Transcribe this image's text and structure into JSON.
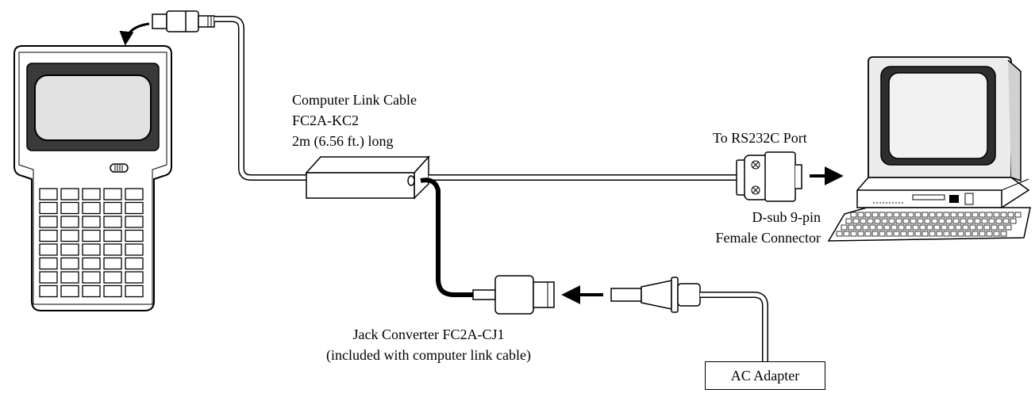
{
  "labels": {
    "link_cable_name": "Computer Link Cable",
    "link_cable_model": "FC2A-KC2",
    "link_cable_length": "2m (6.56 ft.) long",
    "port": "To RS232C Port",
    "connector_line1": "D-sub 9-pin",
    "connector_line2": "Female Connector",
    "jack_converter": "Jack Converter FC2A-CJ1",
    "jack_converter_note": "(included with computer link cable)",
    "ac_adapter": "AC Adapter"
  },
  "colors": {
    "line": "#000000",
    "screen_fill": "#3a3a3a",
    "screen_glass": "#d6d6d6",
    "body_fill": "#ffffff"
  }
}
